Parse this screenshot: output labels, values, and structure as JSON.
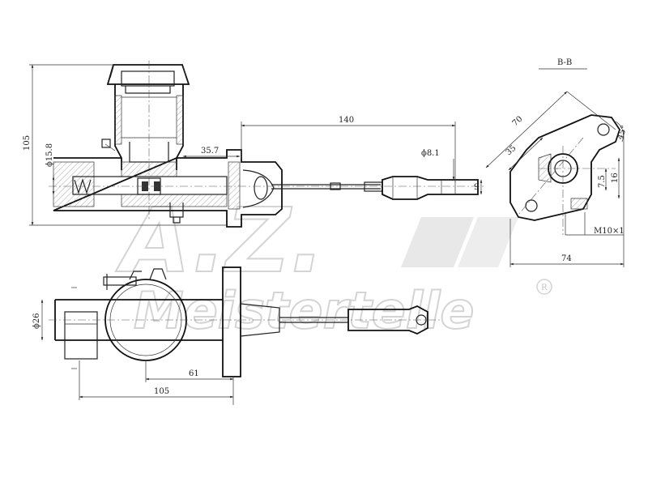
{
  "drawing": {
    "section_label": "B-B",
    "watermark": {
      "brand": "Meistertelle",
      "monogram": "A.Z.",
      "registered": "R"
    },
    "dimensions": {
      "length_140": "140",
      "length_35_7": "35.7",
      "height_105": "105",
      "diameter_15_8": "ϕ15.8",
      "diameter_8_1": "ϕ8.1",
      "width_9": "9",
      "section_70": "70",
      "section_35": "35",
      "angle_45": "45°",
      "section_7_5": "7.5",
      "section_16": "16",
      "thread_m10": "M10×1",
      "width_74": "74",
      "diameter_26": "ϕ26",
      "length_61": "61",
      "length_105_bottom": "105"
    }
  }
}
